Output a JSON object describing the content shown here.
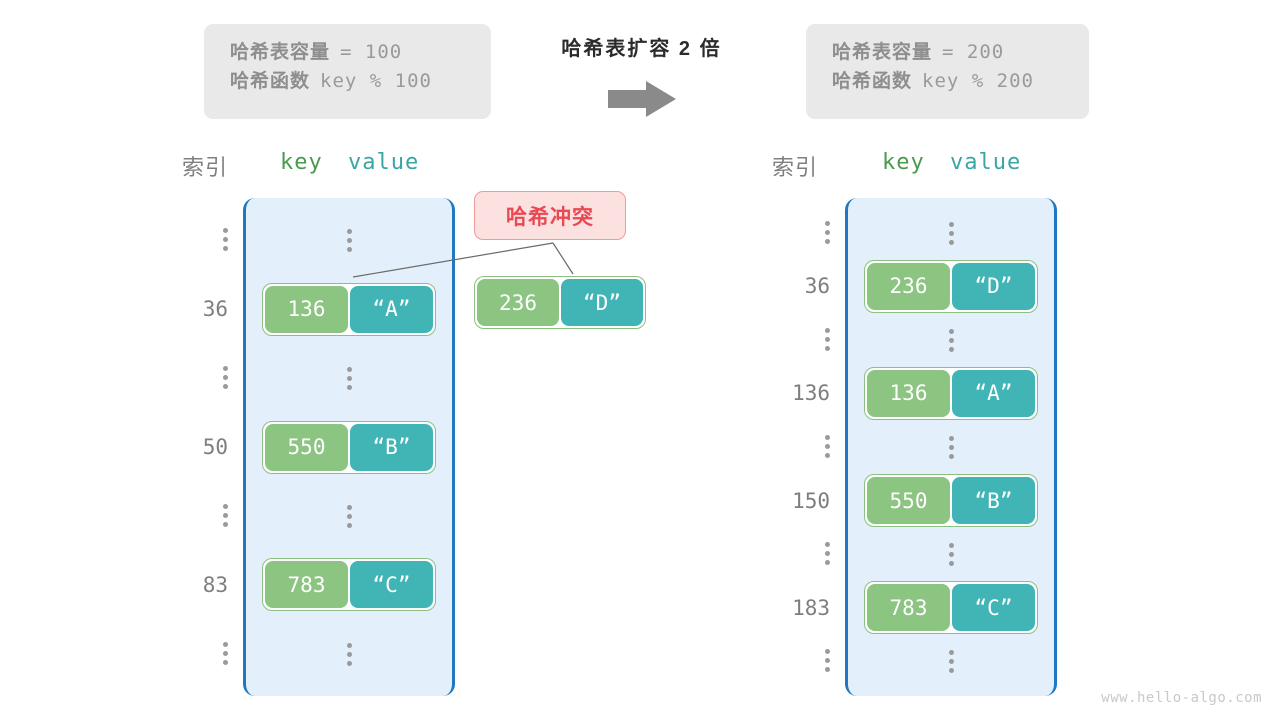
{
  "diagram": {
    "watermark": "www.hello-algo.com",
    "transform_title": "哈希表扩容 2 倍",
    "arrow_icon": "right-arrow-icon",
    "colors": {
      "table_fill": "#e3f0fb",
      "table_border": "#1f78c1",
      "key_cell": "#8cc482",
      "value_cell": "#41b5b5",
      "pair_border": "#8cc07f",
      "badge_fill": "#fce1e1",
      "badge_border": "#f19a9a",
      "badge_text": "#e74a52",
      "infobox_fill": "#e9e9e9",
      "arrow": "#8a8a8a"
    }
  },
  "info_left": {
    "capacity_label": "哈希表容量",
    "capacity_value": "= 100",
    "function_label": "哈希函数",
    "function_value": "key % 100"
  },
  "info_right": {
    "capacity_label": "哈希表容量",
    "capacity_value": "= 200",
    "function_label": "哈希函数",
    "function_value": "key % 200"
  },
  "headers": {
    "index": "索引",
    "key": "key",
    "value": "value"
  },
  "collision_badge": {
    "label": "哈希冲突"
  },
  "detached_entry": {
    "key": "236",
    "value": "“D”"
  },
  "table_left": {
    "rows": [
      {
        "index": "",
        "ellipsis": true,
        "key": "",
        "value": ""
      },
      {
        "index": "36",
        "ellipsis": false,
        "key": "136",
        "value": "“A”"
      },
      {
        "index": "",
        "ellipsis": true,
        "key": "",
        "value": ""
      },
      {
        "index": "50",
        "ellipsis": false,
        "key": "550",
        "value": "“B”"
      },
      {
        "index": "",
        "ellipsis": true,
        "key": "",
        "value": ""
      },
      {
        "index": "83",
        "ellipsis": false,
        "key": "783",
        "value": "“C”"
      },
      {
        "index": "",
        "ellipsis": true,
        "key": "",
        "value": ""
      }
    ]
  },
  "table_right": {
    "rows": [
      {
        "index": "",
        "ellipsis": true,
        "key": "",
        "value": ""
      },
      {
        "index": "36",
        "ellipsis": false,
        "key": "236",
        "value": "“D”"
      },
      {
        "index": "",
        "ellipsis": true,
        "key": "",
        "value": ""
      },
      {
        "index": "136",
        "ellipsis": false,
        "key": "136",
        "value": "“A”"
      },
      {
        "index": "",
        "ellipsis": true,
        "key": "",
        "value": ""
      },
      {
        "index": "150",
        "ellipsis": false,
        "key": "550",
        "value": "“B”"
      },
      {
        "index": "",
        "ellipsis": true,
        "key": "",
        "value": ""
      },
      {
        "index": "183",
        "ellipsis": false,
        "key": "783",
        "value": "“C”"
      },
      {
        "index": "",
        "ellipsis": true,
        "key": "",
        "value": ""
      }
    ]
  }
}
